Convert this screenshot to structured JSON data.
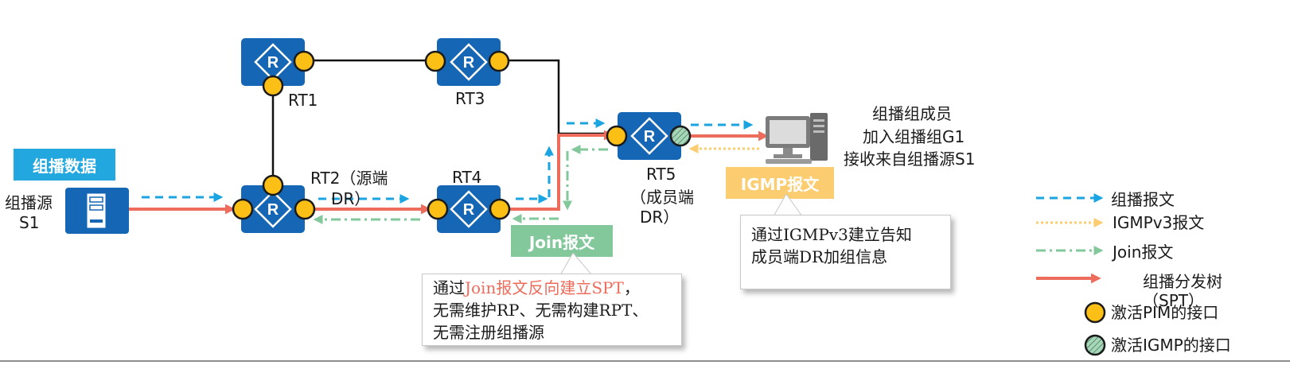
{
  "routers": {
    "rt1": {
      "label": "RT1"
    },
    "rt2": {
      "label": "RT2（源端",
      "label2": "DR）"
    },
    "rt3": {
      "label": "RT3"
    },
    "rt4": {
      "label": "RT4"
    },
    "rt5": {
      "label": "RT5",
      "label2": "（成员端",
      "label3": "DR）"
    },
    "router_letter": "R"
  },
  "source": {
    "label_line1": "组播源",
    "label_line2": "S1",
    "icon": "server-icon"
  },
  "member": {
    "line1": "组播组成员",
    "line2": "加入组播组G1",
    "line3": "接收来自组播源S1",
    "icon": "computer-icon"
  },
  "tags": {
    "multicast_data": "组播数据",
    "join": "Join报文",
    "igmp": "IGMP报文"
  },
  "notes": {
    "join_note": {
      "line1_plain1": "通过",
      "line1_highlight": "Join报文反向建立SPT",
      "line1_plain2": "，",
      "line2": "无需维护RP、无需构建RPT、",
      "line3": "无需注册组播源"
    },
    "igmp_note": {
      "line1": "通过IGMPv3建立告知",
      "line2": "成员端DR加组信息"
    }
  },
  "legend": {
    "multicast_packet": "组播报文",
    "igmpv3_packet": "IGMPv3报文",
    "join_packet": "Join报文",
    "spt": "组播分发树",
    "spt2": "（SPT）",
    "pim_iface": "激活PIM的接口",
    "igmp_iface": "激活IGMP的接口"
  },
  "colors": {
    "router_blue": "#1566b4",
    "pim_yellow": "#fbbf15",
    "igmp_green": "#a5d7b8",
    "arrow_blue": "#1aa5e2",
    "arrow_green": "#82c89b",
    "arrow_orange": "#fbcd70",
    "spt_red": "#ee6c5b",
    "tag_blue": "#22a7de"
  }
}
